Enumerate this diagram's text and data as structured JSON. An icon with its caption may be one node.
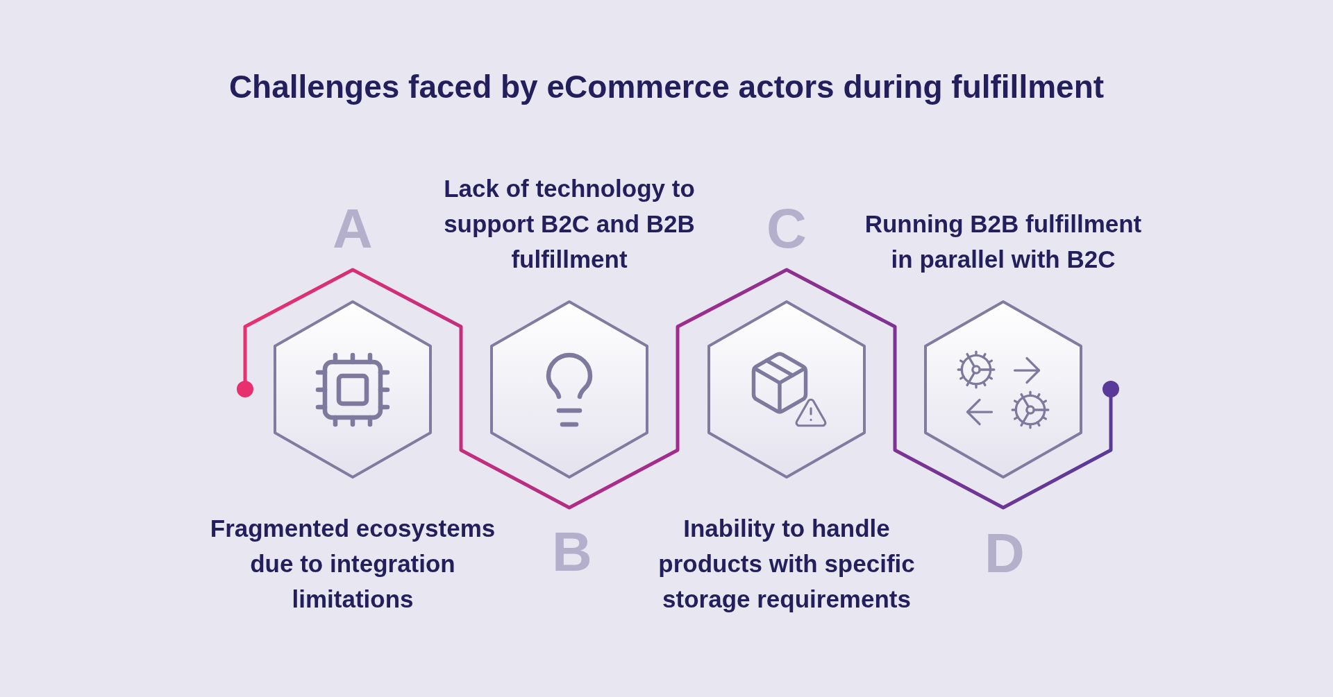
{
  "diagram": {
    "title": "Challenges faced by eCommerce actors during fulfillment",
    "nodes": [
      {
        "text": [
          "Fragmented ecosystems due to integration limitations"
        ],
        "beside": [
          "A"
        ]
      },
      {
        "text": [
          "Lack of technology to support B2C and B2B fulfillment"
        ],
        "beside": [
          "B"
        ]
      },
      {
        "text": [
          "Inability to handle products with specific storage requirements"
        ],
        "beside": [
          "C"
        ]
      },
      {
        "text": [
          "Running B2B fulfillment in parallel with B2C"
        ],
        "beside": [
          "D"
        ]
      }
    ]
  }
}
